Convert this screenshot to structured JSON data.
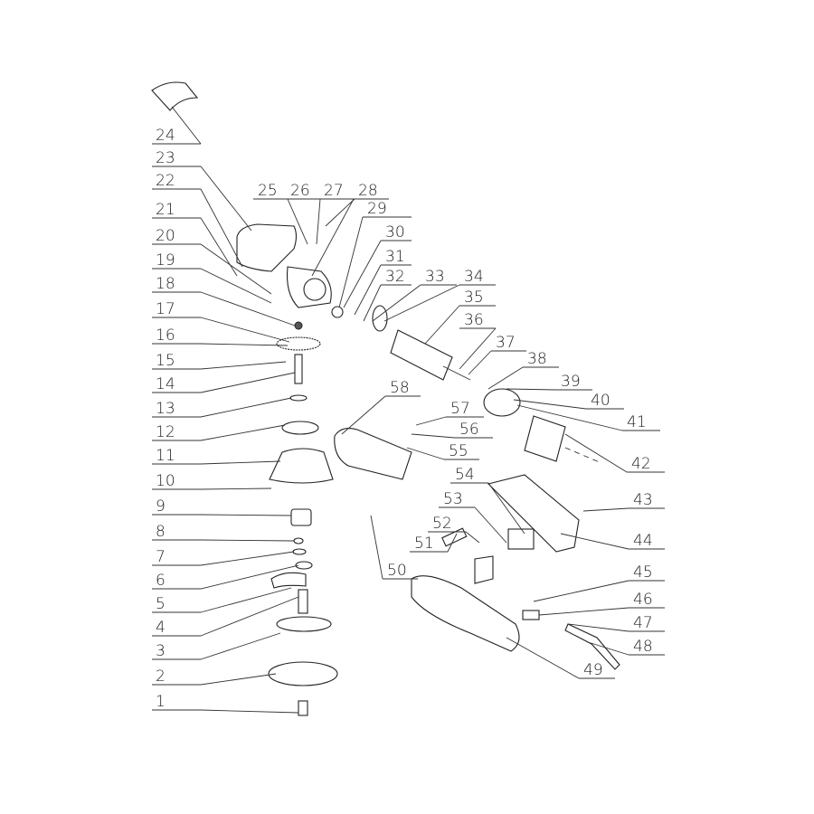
{
  "diagram": {
    "type": "exploded-parts-view",
    "part_numbers": [
      "1",
      "2",
      "3",
      "4",
      "5",
      "6",
      "7",
      "8",
      "9",
      "10",
      "11",
      "12",
      "13",
      "14",
      "15",
      "16",
      "17",
      "18",
      "19",
      "20",
      "21",
      "22",
      "23",
      "24",
      "25",
      "26",
      "27",
      "28",
      "29",
      "30",
      "31",
      "32",
      "33",
      "34",
      "35",
      "36",
      "37",
      "38",
      "39",
      "40",
      "41",
      "42",
      "43",
      "44",
      "45",
      "46",
      "47",
      "48",
      "49",
      "50",
      "51",
      "52",
      "53",
      "54",
      "55",
      "56",
      "57",
      "58"
    ],
    "line_color": "#222222"
  }
}
